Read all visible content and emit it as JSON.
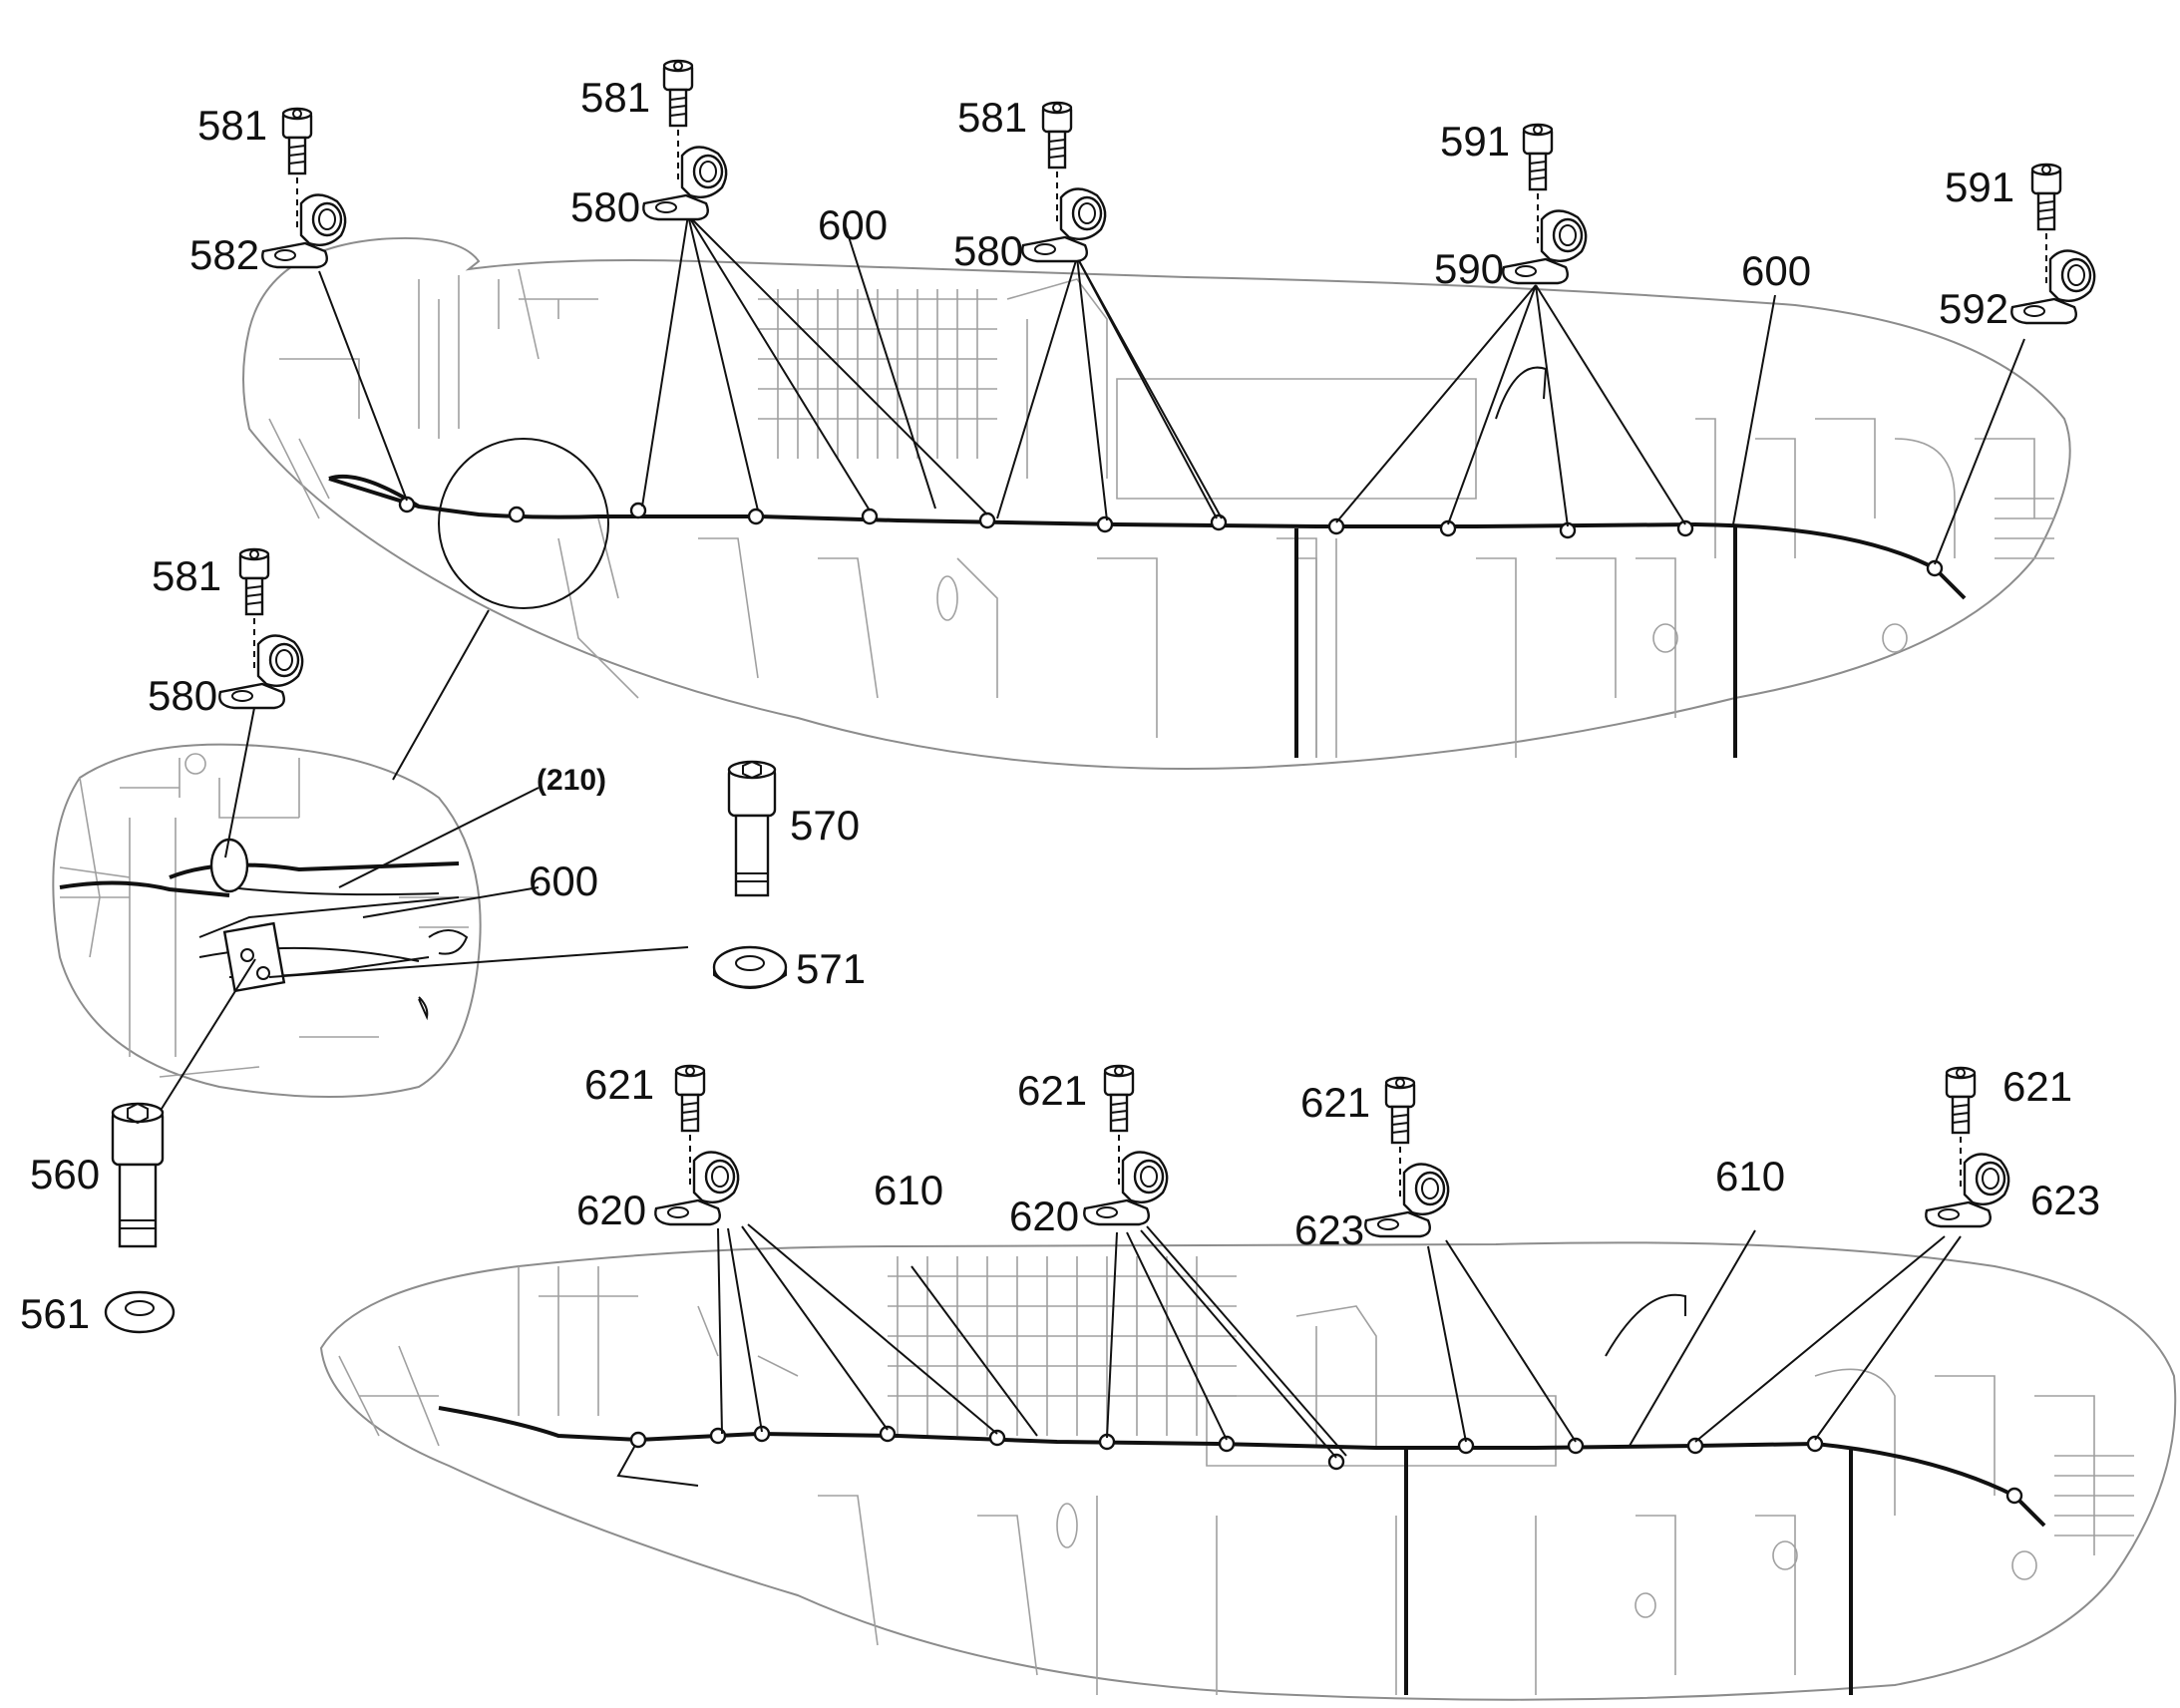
{
  "labels": {
    "top_581_a": "581",
    "top_582": "582",
    "top_581_b": "581",
    "top_580_b": "580",
    "top_600_a": "600",
    "top_581_c": "581",
    "top_580_c": "580",
    "top_591_a": "591",
    "top_590": "590",
    "top_600_b": "600",
    "top_591_b": "591",
    "top_592": "592",
    "left_581": "581",
    "left_580": "580",
    "detail_ref": "(210)",
    "detail_600": "600",
    "part_570": "570",
    "part_571": "571",
    "part_560": "560",
    "part_561": "561",
    "bot_621_a": "621",
    "bot_620_a": "620",
    "bot_610_a": "610",
    "bot_621_b": "621",
    "bot_620_b": "620",
    "bot_621_c": "621",
    "bot_623_a": "623",
    "bot_610_b": "610",
    "bot_621_d": "621",
    "bot_623_b": "623"
  }
}
